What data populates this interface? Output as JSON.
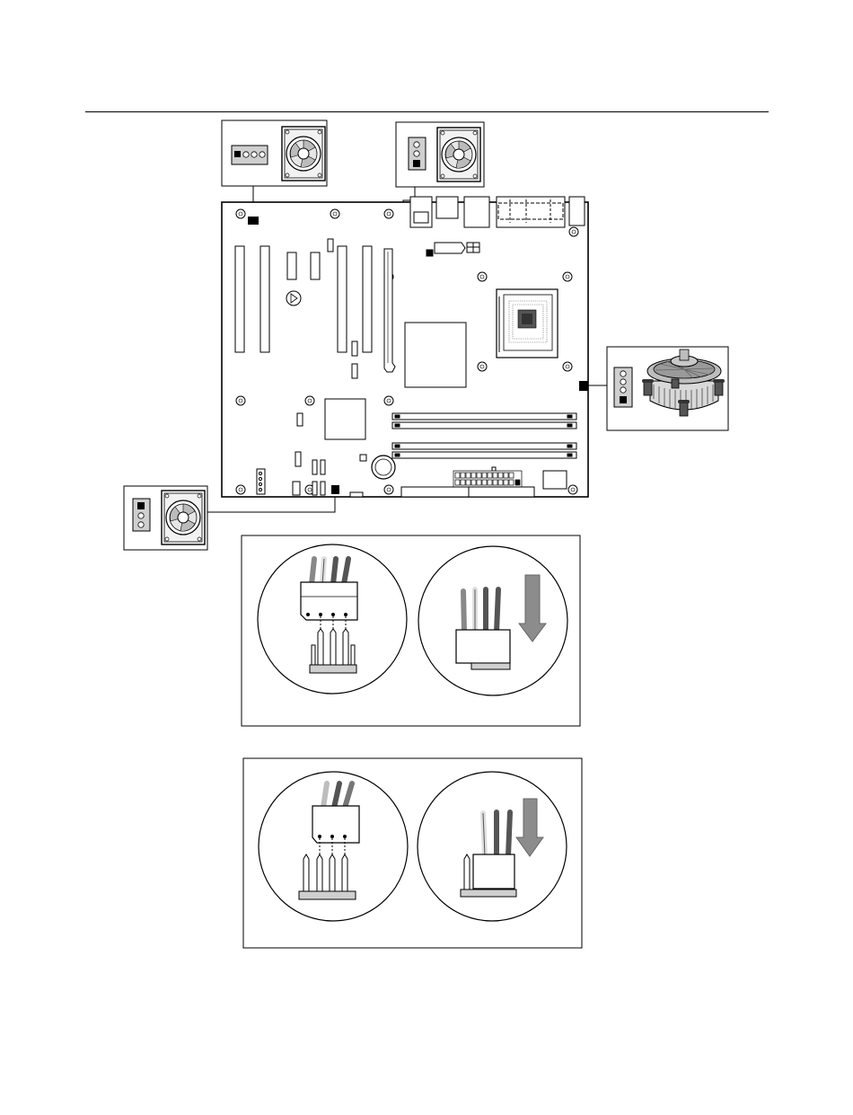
{
  "document": {
    "header_rule": true
  },
  "motherboard": {
    "fan_headers": [
      {
        "id": "rear-chassis-fan",
        "pins": 4,
        "pin1_position": "left"
      },
      {
        "id": "aux-rear-fan",
        "pins": 3,
        "pin1_position": "bottom"
      },
      {
        "id": "processor-fan",
        "pins": 4,
        "pin1_position": "bottom",
        "device": "processor-heatsink-fan"
      },
      {
        "id": "front-chassis-fan",
        "pins": 3,
        "pin1_position": "top"
      }
    ]
  },
  "panels": [
    {
      "id": "four-pin-connection",
      "steps": [
        "align-connector",
        "press-down"
      ]
    },
    {
      "id": "three-pin-connection",
      "steps": [
        "align-connector",
        "press-down"
      ]
    }
  ],
  "colors": {
    "line": "#000000",
    "connector_fill": "#cfcfcf",
    "arrow_fill": "#8c8c8c",
    "wire_dark": "#555555",
    "wire_mid": "#888888",
    "wire_light": "#bdbdbd",
    "wire_pale": "#e0e0e0"
  },
  "icons": [
    "fan-icon",
    "heatsink-fan-icon",
    "down-arrow-icon"
  ]
}
